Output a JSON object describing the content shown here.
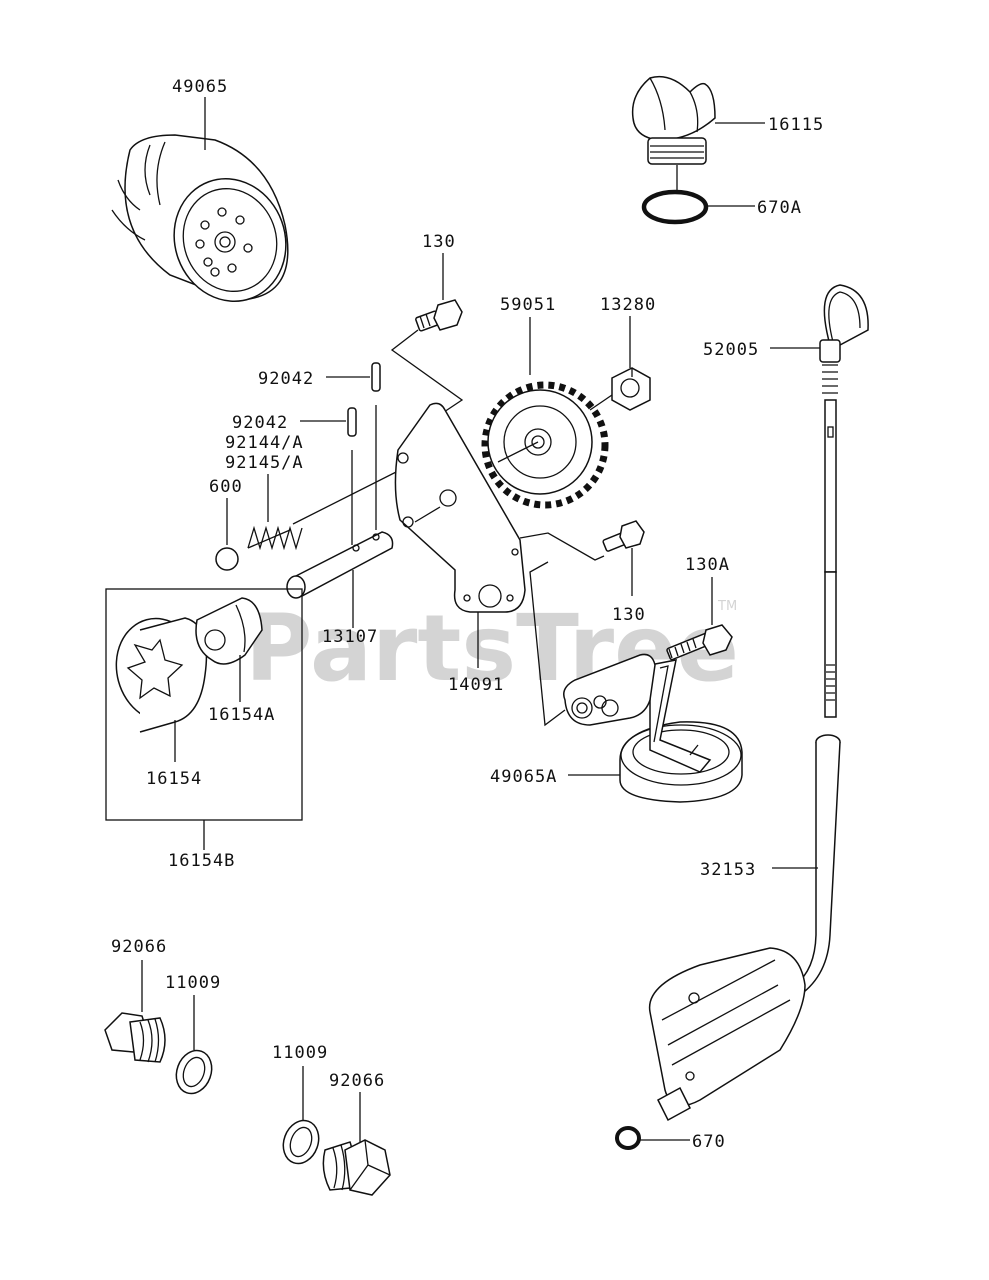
{
  "watermark": {
    "text": "PartsTree",
    "tm": "TM"
  },
  "labels": {
    "oil_filter": "49065",
    "oil_cap": "16115",
    "cap_oring": "670A",
    "bolt_top": "130",
    "gear": "59051",
    "nut": "13280",
    "dipstick": "52005",
    "pin_upper": "92042",
    "pin_lower": "92042",
    "spring_a": "92144/A",
    "spring_b": "92145/A",
    "ball": "600",
    "shaft": "13107",
    "bracket": "14091",
    "bolt_mid": "130",
    "bolt_strainer": "130A",
    "rotor_outer": "16154",
    "rotor_inner": "16154A",
    "rotor_set": "16154B",
    "strainer": "49065A",
    "dipstick_tube": "32153",
    "plug_left": "92066",
    "washer_left": "11009",
    "washer_right": "11009",
    "plug_right": "92066",
    "tube_oring": "670"
  },
  "icons": [
    "oil-filter-icon",
    "oil-cap-icon",
    "o-ring-icon",
    "bolt-icon",
    "gear-icon",
    "nut-icon",
    "dipstick-icon",
    "pin-icon",
    "spring-icon",
    "ball-icon",
    "shaft-icon",
    "bracket-icon",
    "rotor-icon",
    "strainer-icon",
    "tube-icon",
    "drain-plug-icon",
    "washer-icon"
  ]
}
